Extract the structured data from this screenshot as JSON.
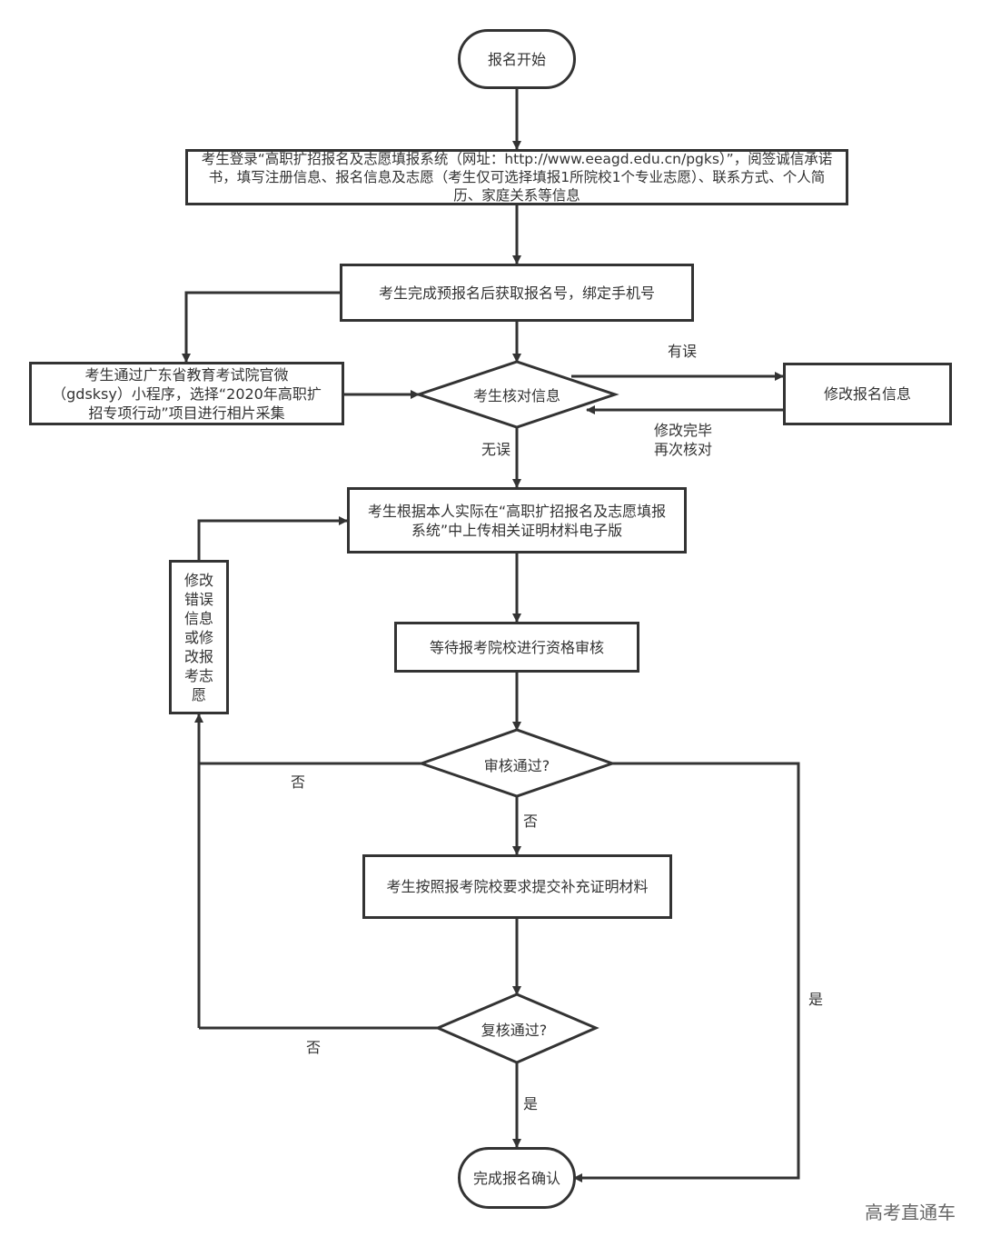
{
  "diagram": {
    "nodes": {
      "start": "报名开始",
      "login": "考生登录“高职扩招报名及志愿填报系统（网址：http://www.eeagd.edu.cn/pgks）”，阅签诚信承诺书，填写注册信息、报名信息及志愿（考生仅可选择填报1所院校1个专业志愿）、联系方式、个人简历、家庭关系等信息",
      "prereg": "考生完成预报名后获取报名号，绑定手机号",
      "photo": "考生通过广东省教育考试院官微（gdsksy）小程序，选择“2020年高职扩招专项行动”项目进行相片采集",
      "verify": "考生核对信息",
      "modify_info": "修改报名信息",
      "upload": "考生根据本人实际在“高职扩招报名及志愿填报系统”中上传相关证明材料电子版",
      "wait_review": "等待报考院校进行资格审核",
      "review_pass": "审核通过?",
      "supplement": "考生按照报考院校要求提交补充证明材料",
      "recheck_pass": "复核通过?",
      "done": "完成报名确认",
      "fix_side": "修改错误信息或修改报考志愿"
    },
    "edge_labels": {
      "has_error": "有误",
      "no_error": "无误",
      "modified_recheck": "修改完毕再次核对",
      "review_no_left": "否",
      "review_no_down": "否",
      "review_yes": "是",
      "recheck_no": "否",
      "recheck_yes": "是"
    }
  },
  "watermark": "高考直通车"
}
